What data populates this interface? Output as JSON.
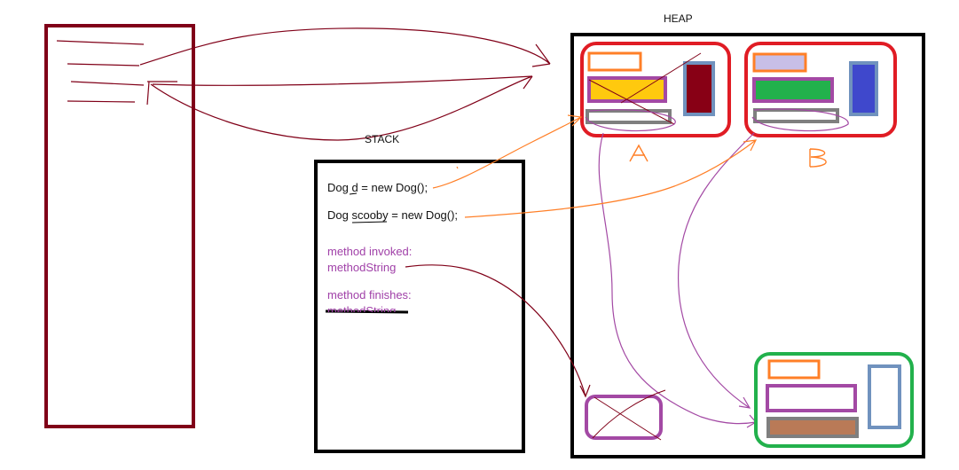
{
  "labels": {
    "heap": "HEAP",
    "stack": "STACK",
    "object_a": "A",
    "object_b": "B"
  },
  "code_lines": {
    "line1": "Dog d = new Dog();",
    "line2": "Dog scooby = new Dog();",
    "line3a": "method invoked:",
    "line3b": "methodString",
    "line4a": "method finishes:",
    "line4b": "methodString"
  },
  "colors": {
    "dark_red": "#800018",
    "red": "#e01c24",
    "green": "#22b14c",
    "orange": "#ff7f27",
    "purple": "#a349a4",
    "yellow": "#ffc90e",
    "lavender": "#c8bfe7",
    "blue": "#3f48cc",
    "steel_blue": "#7092be",
    "gray": "#7f7f7f",
    "brown": "#b97a57",
    "black": "#000000"
  }
}
